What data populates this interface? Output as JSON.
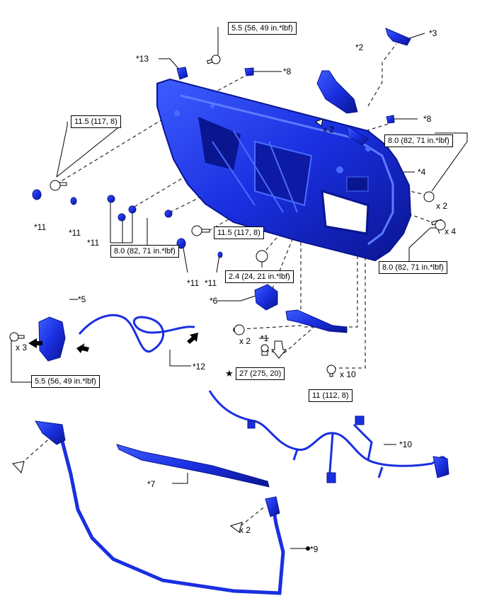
{
  "callouts": {
    "c1": "*1",
    "c2": "*2",
    "c3": "*3",
    "c4": "*4",
    "c5": "*5",
    "c6": "*6",
    "c7": "*7",
    "c8a": "*8",
    "c8b": "*8",
    "c9": "*9",
    "c10": "*10",
    "c11a": "*11",
    "c11b": "*11",
    "c11c": "*11",
    "c11d": "*11",
    "c11e": "*11",
    "c12": "*12",
    "c13": "*13"
  },
  "torques": {
    "t1": "5.5 (56, 49 in.*lbf)",
    "t2": "11.5 (117, 8)",
    "t3": "8.0 (82, 71 in.*lbf)",
    "t4": "8.0 (82, 71 in.*lbf)",
    "t5": "11.5 (117, 8)",
    "t6": "8.0 (82, 71 in.*lbf)",
    "t7": "2.4 (24, 21 in.*lbf)",
    "t8": "5.5 (56, 49 in.*lbf)",
    "t9": "27 (275, 20)",
    "t10": "11 (112, 8)"
  },
  "quantities": {
    "q1": "x 2",
    "q2": "x 2",
    "q3": "x 4",
    "q4": "x 3",
    "q5": "x 2",
    "q6": "x 10",
    "q7": "x 2"
  },
  "symbols": {
    "star": "★"
  },
  "colors": {
    "part_blue": "#1a2fe0",
    "part_dark": "#0a1590",
    "part_light": "#4a6cff",
    "line": "#000000"
  }
}
